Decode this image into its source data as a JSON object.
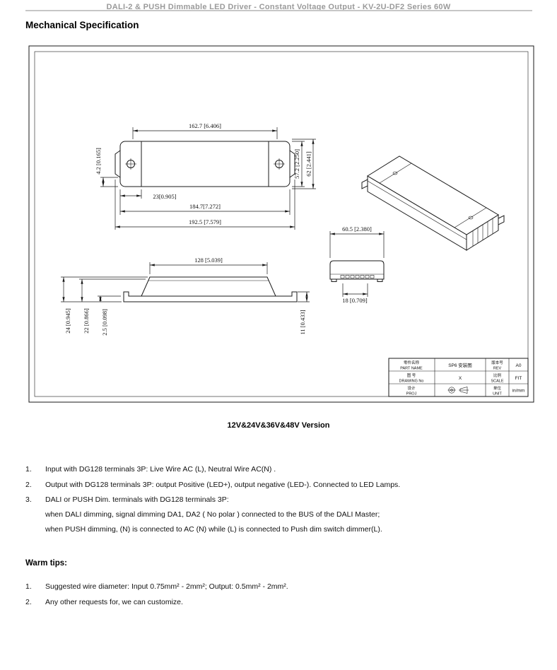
{
  "page": {
    "header_line": "DALI-2 & PUSH Dimmable LED Driver - Constant Voltage Output - KV-2U-DF2 Series 60W",
    "section_title": "Mechanical Specification",
    "version_caption": "12V&24V&36V&48V Version"
  },
  "drawing": {
    "dims": {
      "top_width": "162.7 [6.406]",
      "depth": "57.2 [2.250]",
      "depth_outer": "62 [2.441]",
      "ear_offset": "4.2 [0.165]",
      "terminal": "23[0.905]",
      "body_len": "184.7[7.272]",
      "total_len": "192.5 [7.579]",
      "end_width": "60.5 [2.380]",
      "end_depth": "18 [0.709]",
      "side_top": "128 [5.039]",
      "h_total": "24 [0.945]",
      "h_body": "22 [0.866]",
      "h_base": "2.5 [0.098]",
      "h_tab": "11 [0.433]"
    },
    "title_block": {
      "part_name_cn": "零件名称",
      "part_name_en": "PART NAME",
      "part_name_value": "SP6 安装图",
      "rev_cn": "版本号",
      "rev_en": "REV",
      "rev_value": "A0",
      "drawing_no_cn": "图 号",
      "drawing_no_en": "DRAWING No",
      "drawing_no_value": "X",
      "scale_cn": "比例",
      "scale_en": "SCALE",
      "scale_value": "FIT",
      "proj_cn": "设计",
      "proj_en": "PROJ",
      "unit_cn": "单位",
      "unit_en": "UNIT",
      "unit_value": "in/mm"
    }
  },
  "notes": {
    "items": [
      {
        "num": "1.",
        "lines": [
          "Input with DG128 terminals 3P: Live Wire AC (L), Neutral Wire AC(N) ."
        ]
      },
      {
        "num": "2.",
        "lines": [
          "Output with DG128 terminals 3P: output Positive (LED+), output negative (LED-). Connected to LED Lamps."
        ]
      },
      {
        "num": "3.",
        "lines": [
          "DALI or PUSH Dim. terminals with DG128 terminals 3P:",
          "when DALI dimming, signal dimming DA1, DA2 ( No polar ) connected to the BUS of the DALI Master;",
          "when PUSH dimming, (N) is connected to AC (N) while (L) is connected to Push dim switch dimmer(L)."
        ]
      }
    ]
  },
  "warm_tips": {
    "title": "Warm tips:",
    "items": [
      {
        "num": "1.",
        "text": "Suggested wire diameter: Input 0.75mm² - 2mm²; Output: 0.5mm² - 2mm²."
      },
      {
        "num": "2.",
        "text": "Any other requests for, we can customize."
      }
    ]
  }
}
